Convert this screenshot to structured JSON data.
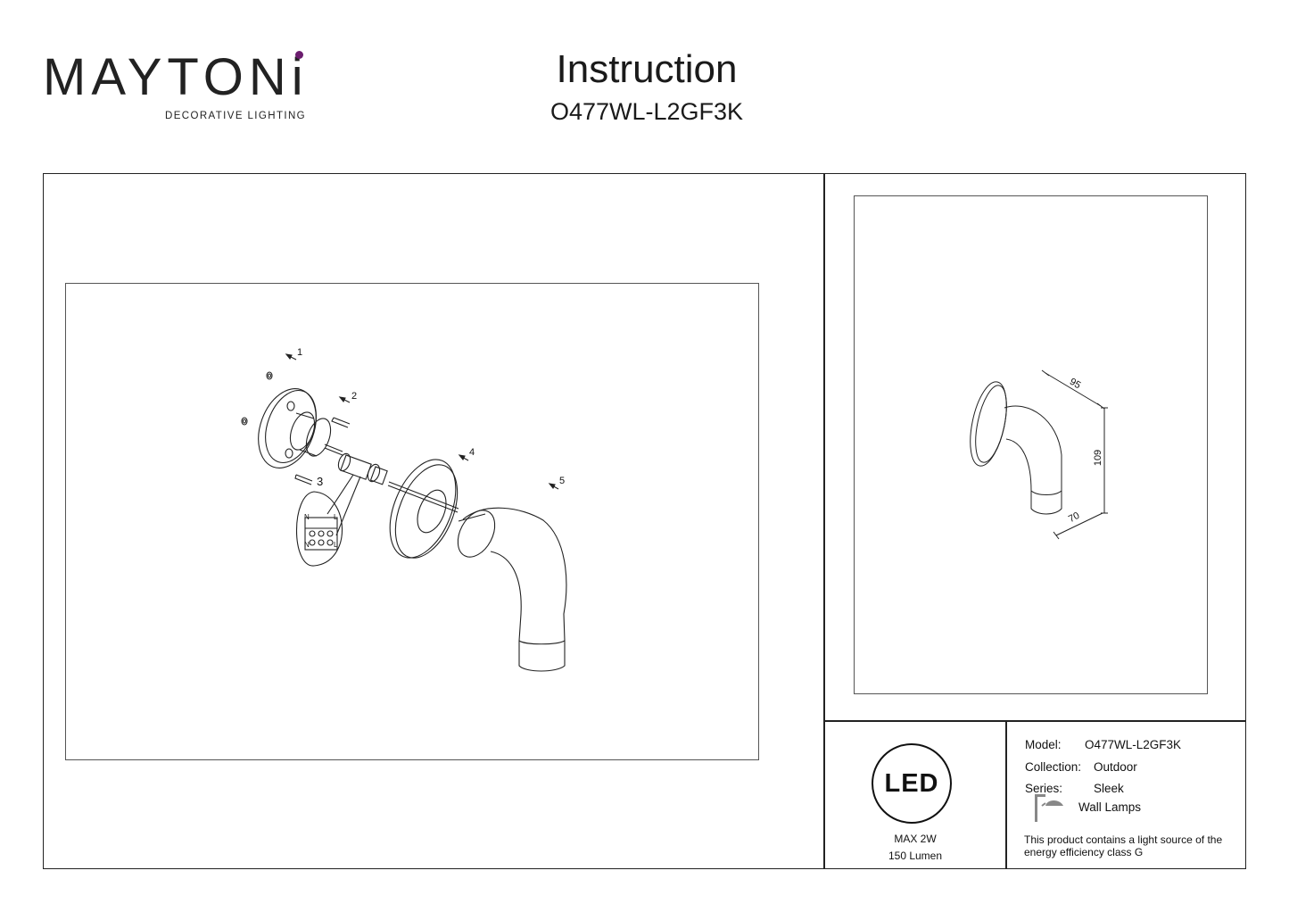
{
  "brand": {
    "name": "MAYTONi",
    "tagline": "DECORATIVE LIGHTING",
    "accent": "#6b1d6e"
  },
  "document": {
    "title": "Instruction",
    "model": "O477WL-L2GF3K"
  },
  "assembly": {
    "callouts": [
      "1",
      "2",
      "3",
      "4",
      "5"
    ],
    "terminal_labels": [
      "N",
      "L",
      "N",
      "L"
    ]
  },
  "dimensions": {
    "depth": "95",
    "height": "109",
    "width": "70"
  },
  "led": {
    "badge": "LED",
    "power": "MAX 2W",
    "flux": "150 Lumen"
  },
  "specs": {
    "model_label": "Model:",
    "model_value": "O477WL-L2GF3K",
    "collection_label": "Collection:",
    "collection_value": "Outdoor",
    "series_label": "Series:",
    "series_value": "Sleek",
    "type_value": "Wall Lamps",
    "type_icon": "wall-lamp-icon",
    "energy_note": "This product contains a light source of the energy efficiency class G"
  }
}
